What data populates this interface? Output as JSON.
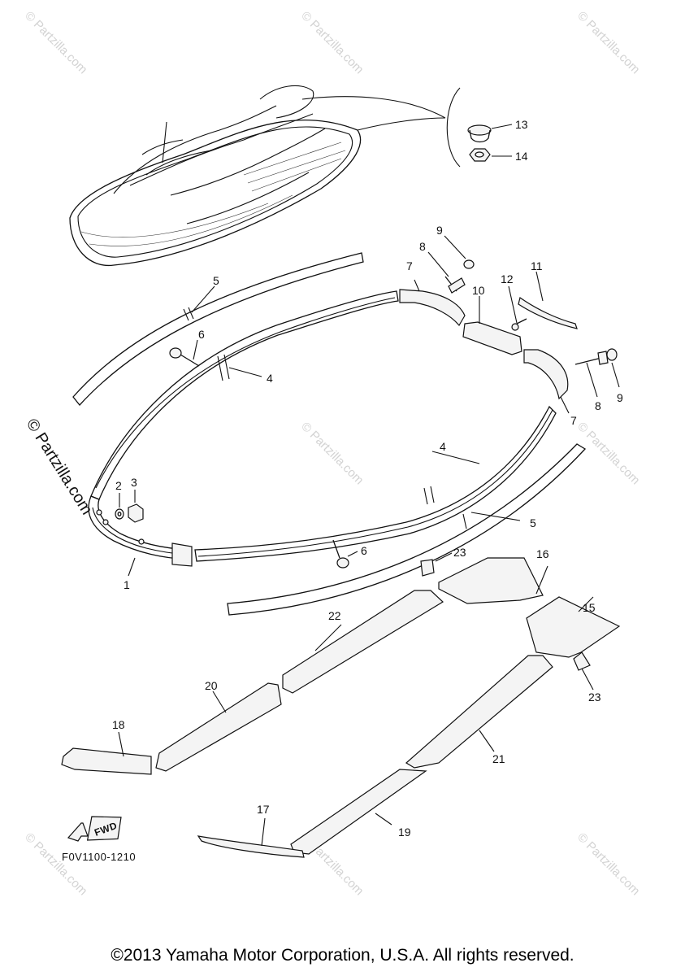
{
  "watermarks": {
    "small": "© Partzilla.com",
    "large": "© Partzilla.com"
  },
  "figure_code": "F0V1100-1210",
  "fwd_label": "FWD",
  "copyright": "©2013 Yamaha Motor Corporation, U.S.A. All rights reserved.",
  "callouts": [
    {
      "id": "c1",
      "label": "1"
    },
    {
      "id": "c2",
      "label": "2"
    },
    {
      "id": "c3",
      "label": "3"
    },
    {
      "id": "c4a",
      "label": "4"
    },
    {
      "id": "c4b",
      "label": "4"
    },
    {
      "id": "c5a",
      "label": "5"
    },
    {
      "id": "c5b",
      "label": "5"
    },
    {
      "id": "c6a",
      "label": "6"
    },
    {
      "id": "c6b",
      "label": "6"
    },
    {
      "id": "c7a",
      "label": "7"
    },
    {
      "id": "c7b",
      "label": "7"
    },
    {
      "id": "c8a",
      "label": "8"
    },
    {
      "id": "c8b",
      "label": "8"
    },
    {
      "id": "c9a",
      "label": "9"
    },
    {
      "id": "c9b",
      "label": "9"
    },
    {
      "id": "c10",
      "label": "10"
    },
    {
      "id": "c11",
      "label": "11"
    },
    {
      "id": "c12",
      "label": "12"
    },
    {
      "id": "c13",
      "label": "13"
    },
    {
      "id": "c14",
      "label": "14"
    },
    {
      "id": "c15",
      "label": "15"
    },
    {
      "id": "c16",
      "label": "16"
    },
    {
      "id": "c17",
      "label": "17"
    },
    {
      "id": "c18",
      "label": "18"
    },
    {
      "id": "c19",
      "label": "19"
    },
    {
      "id": "c20",
      "label": "20"
    },
    {
      "id": "c21",
      "label": "21"
    },
    {
      "id": "c22",
      "label": "22"
    },
    {
      "id": "c23a",
      "label": "23"
    },
    {
      "id": "c23b",
      "label": "23"
    }
  ]
}
